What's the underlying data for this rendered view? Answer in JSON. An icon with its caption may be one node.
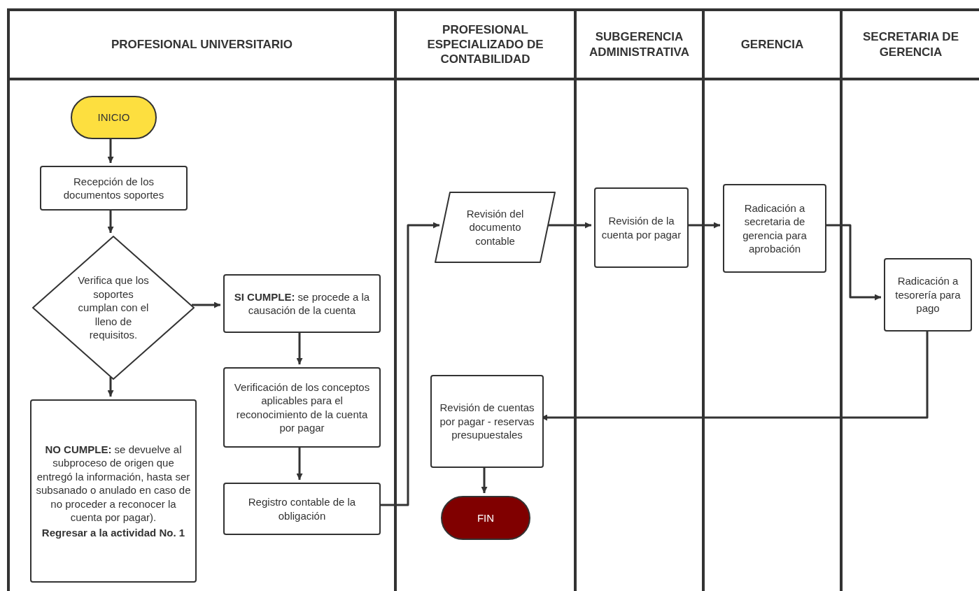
{
  "diagram": {
    "nodes": [
      {
        "text": [
          "PROFESIONAL UNIVERSITARIO"
        ]
      },
      {
        "text": [
          "INICIO"
        ],
        "in": 0
      },
      {
        "text": [
          "Recepción de los documentos soportes"
        ],
        "in": 0
      },
      {
        "text": [
          "Verifica que los soportes cumplan con el lleno de requisitos."
        ],
        "in": 0
      },
      {
        "text": [
          "**SI CUMPLE:** se procede a la causación de la cuenta"
        ],
        "in": 0
      },
      {
        "text": [
          "Verificación de los conceptos aplicables para el reconocimiento de la cuenta por pagar"
        ],
        "in": 0
      },
      {
        "text": [
          "Registro contable de la obligación"
        ],
        "in": 0
      },
      {
        "text": [
          "**NO CUMPLE:** se devuelve al subproceso de origen que entregó la información, hasta ser subsanado o anulado en caso de no proceder a reconocer la cuenta por pagar).",
          "Regresar a la actividad No. 1"
        ],
        "in": 0
      },
      {
        "text": [
          "PROFESIONAL ESPECIALIZADO DE CONTABILIDAD"
        ]
      },
      {
        "text": [
          "Revisión del documento contable"
        ],
        "in": 8
      },
      {
        "text": [
          "Revisión de cuentas por pagar - reservas presupuestales"
        ],
        "in": 8
      },
      {
        "text": [
          "FIN"
        ],
        "in": 8
      },
      {
        "text": [
          "SUBGERENCIA ADMINISTRATIVA"
        ]
      },
      {
        "text": [
          "Revisión de la cuenta por pagar"
        ],
        "in": 12
      },
      {
        "text": [
          "GERENCIA"
        ]
      },
      {
        "text": [
          "Radicación a secretaria de gerencia para aprobación"
        ],
        "in": 14
      },
      {
        "text": [
          "SECRETARIA DE GERENCIA"
        ]
      },
      {
        "text": [
          "Radicación a tesorería para pago"
        ],
        "in": 16
      }
    ],
    "edges": [
      {
        "from": 1,
        "to": 2,
        "arrow": "to"
      },
      {
        "from": 2,
        "to": 3,
        "arrow": "to"
      },
      {
        "from": 3,
        "to": 4,
        "arrow": "to"
      },
      {
        "from": 3,
        "to": 7,
        "arrow": "to"
      },
      {
        "from": 4,
        "to": 5,
        "arrow": "to"
      },
      {
        "from": 5,
        "to": 6,
        "arrow": "to"
      },
      {
        "from": 6,
        "to": 9,
        "arrow": "to"
      },
      {
        "from": 9,
        "to": 13,
        "arrow": "to"
      },
      {
        "from": 13,
        "to": 15,
        "arrow": "to"
      },
      {
        "from": 15,
        "to": 17,
        "arrow": "to"
      },
      {
        "from": 17,
        "to": 10,
        "arrow": "to"
      },
      {
        "from": 10,
        "to": 11,
        "arrow": "to"
      }
    ]
  }
}
